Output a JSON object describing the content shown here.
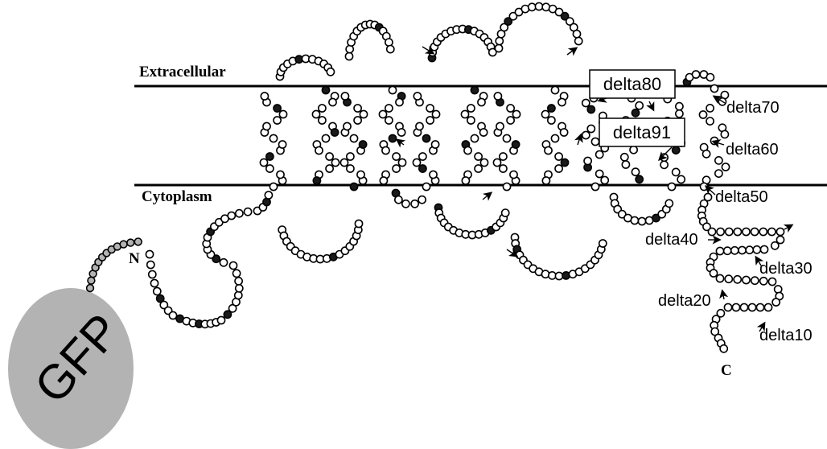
{
  "regions": {
    "extracellular": "Extracellular",
    "cytoplasm": "Cytoplasm"
  },
  "termini": {
    "n": "N",
    "c": "C"
  },
  "tag": {
    "label": "GFP",
    "fill_color": "#b3b3b3",
    "linker_color": "#b3b3b3"
  },
  "deletions": {
    "delta80": "delta80",
    "delta91": "delta91",
    "delta70": "delta70",
    "delta60": "delta60",
    "delta50": "delta50",
    "delta40": "delta40",
    "delta30": "delta30",
    "delta20": "delta20",
    "delta10": "delta10"
  },
  "colors": {
    "residue_open": "#ffffff",
    "residue_filled": "#1a1a1a",
    "stroke": "#000000"
  }
}
